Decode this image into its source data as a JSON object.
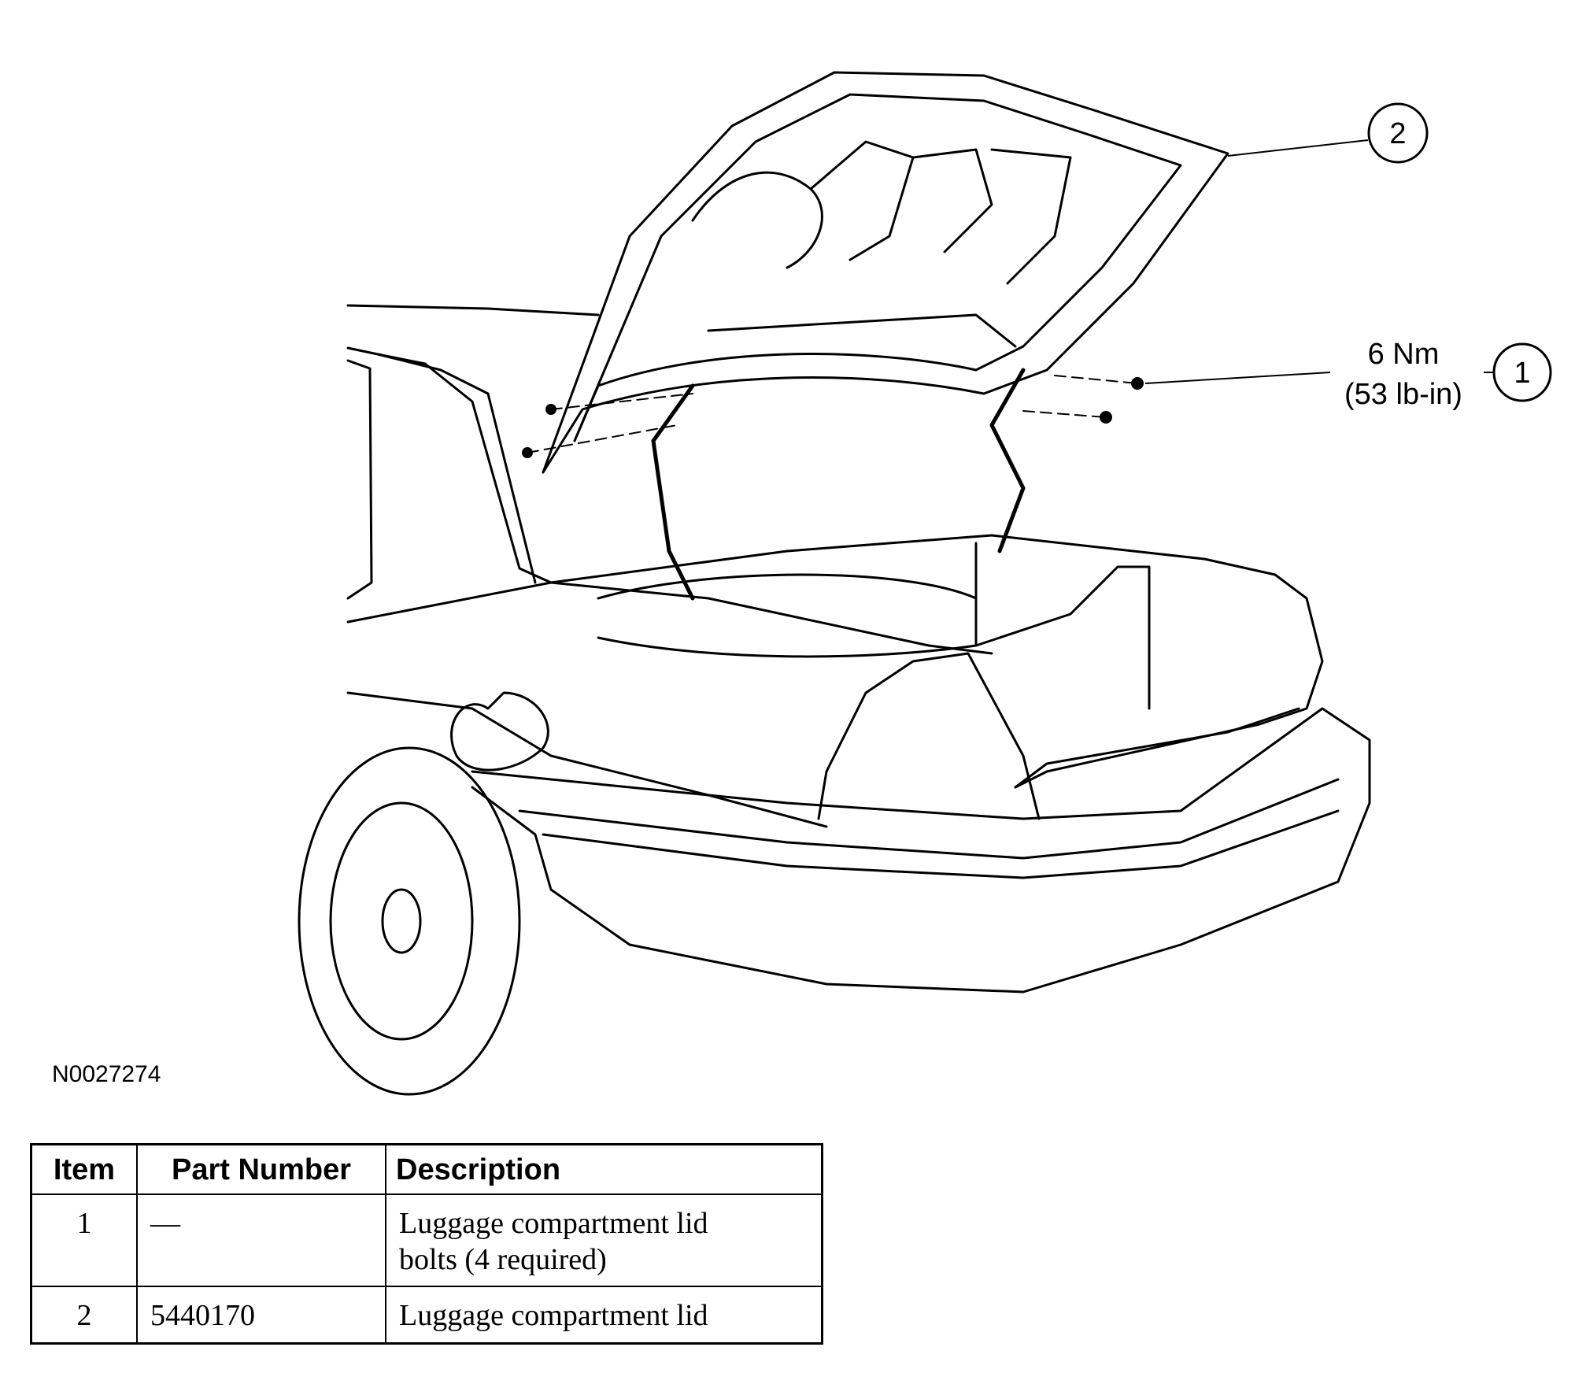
{
  "figure_id": "N0027274",
  "callouts": {
    "item1": "1",
    "item2": "2",
    "torque_nm": "6 Nm",
    "torque_lbin": "(53 lb-in)"
  },
  "table": {
    "headers": [
      "Item",
      "Part Number",
      "Description"
    ],
    "rows": [
      {
        "item": "1",
        "part_number": "—",
        "description_line1": "Luggage compartment lid",
        "description_line2": "bolts (4 required)"
      },
      {
        "item": "2",
        "part_number": "5440170",
        "description_line1": "Luggage compartment lid",
        "description_line2": ""
      }
    ]
  }
}
